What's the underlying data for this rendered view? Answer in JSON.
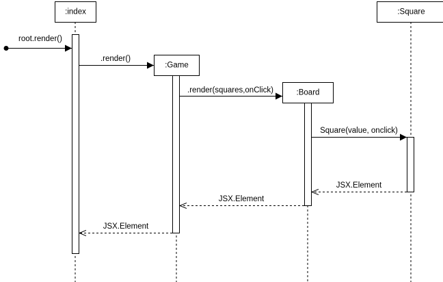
{
  "participants": {
    "index": ":index",
    "game": ":Game",
    "board": ":Board",
    "square": ":Square"
  },
  "messages": {
    "root_render": "root.render()",
    "render_game": ".render()",
    "render_board": ".render(squares,onClick)",
    "square_call": "Square(value, onclick)",
    "return_square": "JSX.Element",
    "return_board": "JSX.Element",
    "return_game": "JSX.Element"
  }
}
